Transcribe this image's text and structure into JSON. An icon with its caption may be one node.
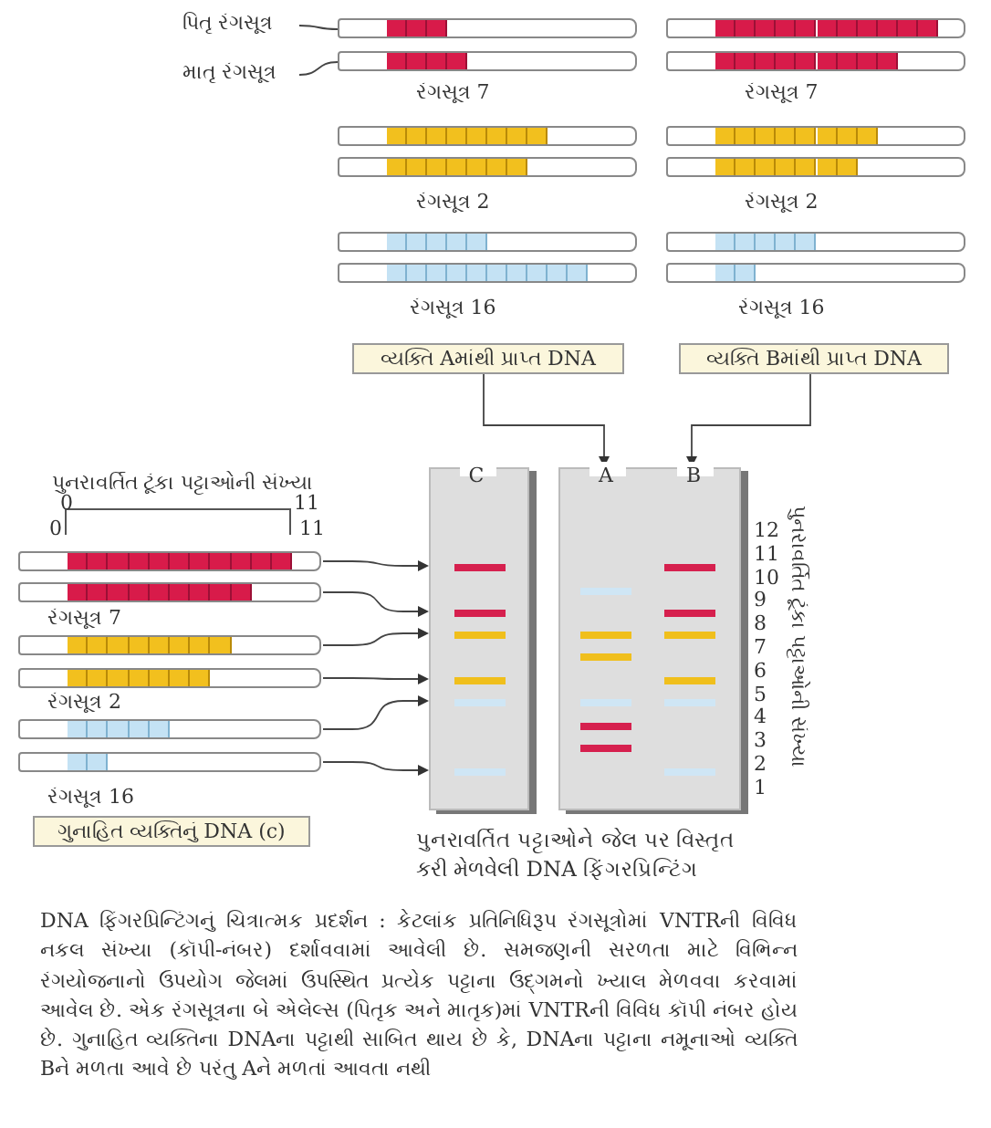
{
  "diagram": {
    "caption": "DNA ફિંગરપ્રિન્ટિંગનું ચિત્રાત્મક પ્રદર્શન : કેટલાંક પ્રતિનિધિરૂપ રંગસૂત્રોમાં VNTRની વિવિધ નકલ સંખ્યા (કૉપી-નંબર) દર્શાવવામાં આવેલી છે. સમજણની સરળતા માટે વિભિન્ન રંગયોજનાનો ઉપયોગ જેલમાં ઉપસ્થિત પ્રત્યેક પટ્ટાના ઉદ્ગમનો ખ્યાલ મેળવવા કરવામાં આવેલ છે. એક રંગસૂત્રના બે એલેલ્સ (પિતૃક અને માતૃક)માં VNTRની વિવિધ કૉપી નંબર હોય છે. ગુનાહિત વ્યક્તિના DNAના પટ્ટાથી સાબિત થાય છે કે, DNAના પટ્ટાના નમૂનાઓ વ્યક્તિ Bને મળતા આવે છે પરંતુ Aને મળતાં આવતા નથી",
    "nodes": [
      {
        "text": [
          "પિતૃ રંગસૂત્ર"
        ]
      },
      {
        "text": [],
        "shape": "bar"
      },
      {
        "text": [],
        "shape": "bar"
      },
      {
        "text": [
          "માતૃ રંગસૂત્ર"
        ]
      },
      {
        "text": [],
        "shape": "bar"
      },
      {
        "text": [],
        "shape": "bar"
      },
      {
        "text": [],
        "shape": "bar"
      },
      {
        "text": [],
        "shape": "bar"
      },
      {
        "text": [],
        "shape": "bar"
      },
      {
        "text": [],
        "shape": "bar"
      },
      {
        "text": [],
        "shape": "bar"
      },
      {
        "text": [],
        "shape": "bar"
      },
      {
        "text": [],
        "shape": "bar"
      },
      {
        "text": [],
        "shape": "bar"
      },
      {
        "text": [
          "વ્યક્તિ Aમાંથી પ્રાપ્ત DNA"
        ]
      },
      {
        "text": [
          "વ્યક્તિ Bમાંથી પ્રાપ્ત DNA"
        ]
      },
      {
        "text": [],
        "shape": "bar"
      },
      {
        "text": [],
        "shape": "bar"
      },
      {
        "text": [],
        "shape": "bar"
      },
      {
        "text": [],
        "shape": "bar"
      },
      {
        "text": [],
        "shape": "bar"
      },
      {
        "text": [],
        "shape": "bar"
      },
      {
        "text": [
          "ગુનાહિત વ્યક્તિનું DNA (c)"
        ]
      },
      {
        "text": [
          "C"
        ]
      },
      {
        "text": [
          "A",
          "B"
        ]
      }
    ],
    "edges": [
      {
        "from": 0,
        "to": 1,
        "arrow": "none"
      },
      {
        "from": 3,
        "to": 4,
        "arrow": "none"
      },
      {
        "from": 14,
        "to": 24,
        "arrow": "to"
      },
      {
        "from": 15,
        "to": 24,
        "arrow": "to"
      },
      {
        "from": 16,
        "to": 23,
        "arrow": "to"
      },
      {
        "from": 17,
        "to": 23,
        "arrow": "to"
      },
      {
        "from": 18,
        "to": 23,
        "arrow": "to"
      },
      {
        "from": 19,
        "to": 23,
        "arrow": "to"
      },
      {
        "from": 20,
        "to": 23,
        "arrow": "to"
      },
      {
        "from": 21,
        "to": 23,
        "arrow": "to"
      }
    ],
    "labels": [
      "રંગસૂત્ર 7",
      "રંગસૂત્ર 7",
      "રંગસૂત્ર 2",
      "રંગસૂત્ર 2",
      "રંગસૂત્ર 16",
      "રંગસૂત્ર 16",
      "પુનરાવર્તિત ટૂંકા પટ્ટાઓની સંખ્યા",
      "0",
      "11",
      "0",
      "11",
      "રંગસૂત્ર 7",
      "રંગસૂત્ર 2",
      "રંગસૂત્ર 16",
      "12",
      "11",
      "10",
      "9",
      "8",
      "7",
      "6",
      "5",
      "4",
      "3",
      "2",
      "1",
      "પુનરાવર્તિત ટૂંકા પટ્ટાઓની સંખ્યા",
      "પુનરાવર્તિત પટ્ટાઓને જેલ પર વિસ્તૃત કરી મેળવેલી DNA ફિંગરપ્રિન્ટિંગ"
    ]
  }
}
